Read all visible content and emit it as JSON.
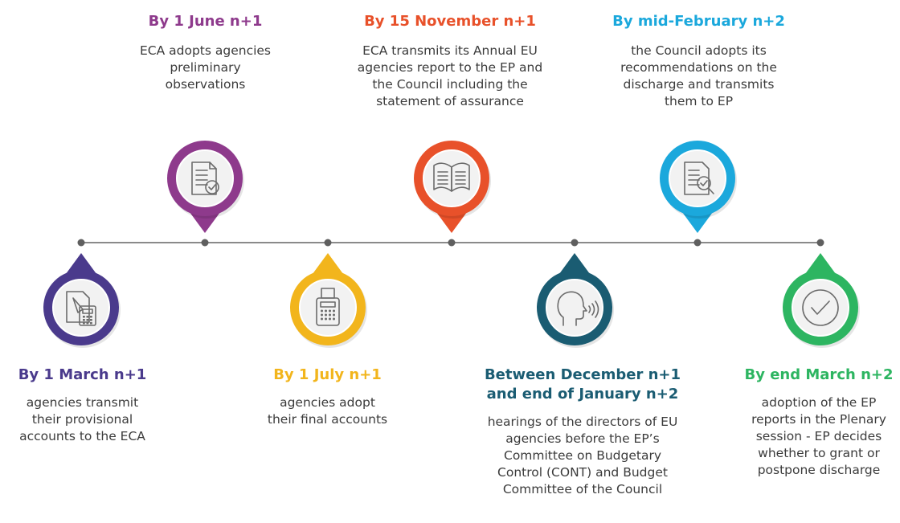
{
  "colors": {
    "line": "#8a8a8a",
    "dot": "#5f5f5f",
    "icon_stroke": "#6b6b6b"
  },
  "milestones": [
    {
      "title": "By 1 March n+1",
      "description": "agencies transmit\ntheir provisional\naccounts to the ECA",
      "color": "#4a3a8c",
      "icon": "calculator-document-icon",
      "position": "below"
    },
    {
      "title": "By 1 June n+1",
      "description": "ECA adopts agencies\npreliminary\nobservations",
      "color": "#8e3a8c",
      "icon": "document-check-icon",
      "position": "above"
    },
    {
      "title": "By 1 July n+1",
      "description": "agencies adopt\ntheir final accounts",
      "color": "#f2b51c",
      "icon": "adding-machine-icon",
      "position": "below"
    },
    {
      "title": "By 15 November n+1",
      "description": "ECA transmits its Annual EU\nagencies report to the EP and\nthe Council including the\nstatement of assurance",
      "color": "#e8512a",
      "icon": "open-book-icon",
      "position": "above"
    },
    {
      "title": "Between December n+1\nand end of January n+2",
      "description": "hearings of the directors of EU\nagencies before the EP’s\nCommittee on Budgetary\nControl (CONT) and Budget\nCommittee of the Council",
      "color": "#1a5c72",
      "icon": "speaking-head-icon",
      "position": "below"
    },
    {
      "title": "By mid-February n+2",
      "description": "the Council adopts its\nrecommendations on the\ndischarge and transmits\nthem to EP",
      "color": "#1ba8dc",
      "icon": "document-magnifier-icon",
      "position": "above"
    },
    {
      "title": "By end March n+2",
      "description": "adoption of the EP\nreports in the Plenary\nsession - EP decides\nwhether to grant or\npostpone discharge",
      "color": "#2db561",
      "icon": "checkmark-icon",
      "position": "below"
    }
  ]
}
